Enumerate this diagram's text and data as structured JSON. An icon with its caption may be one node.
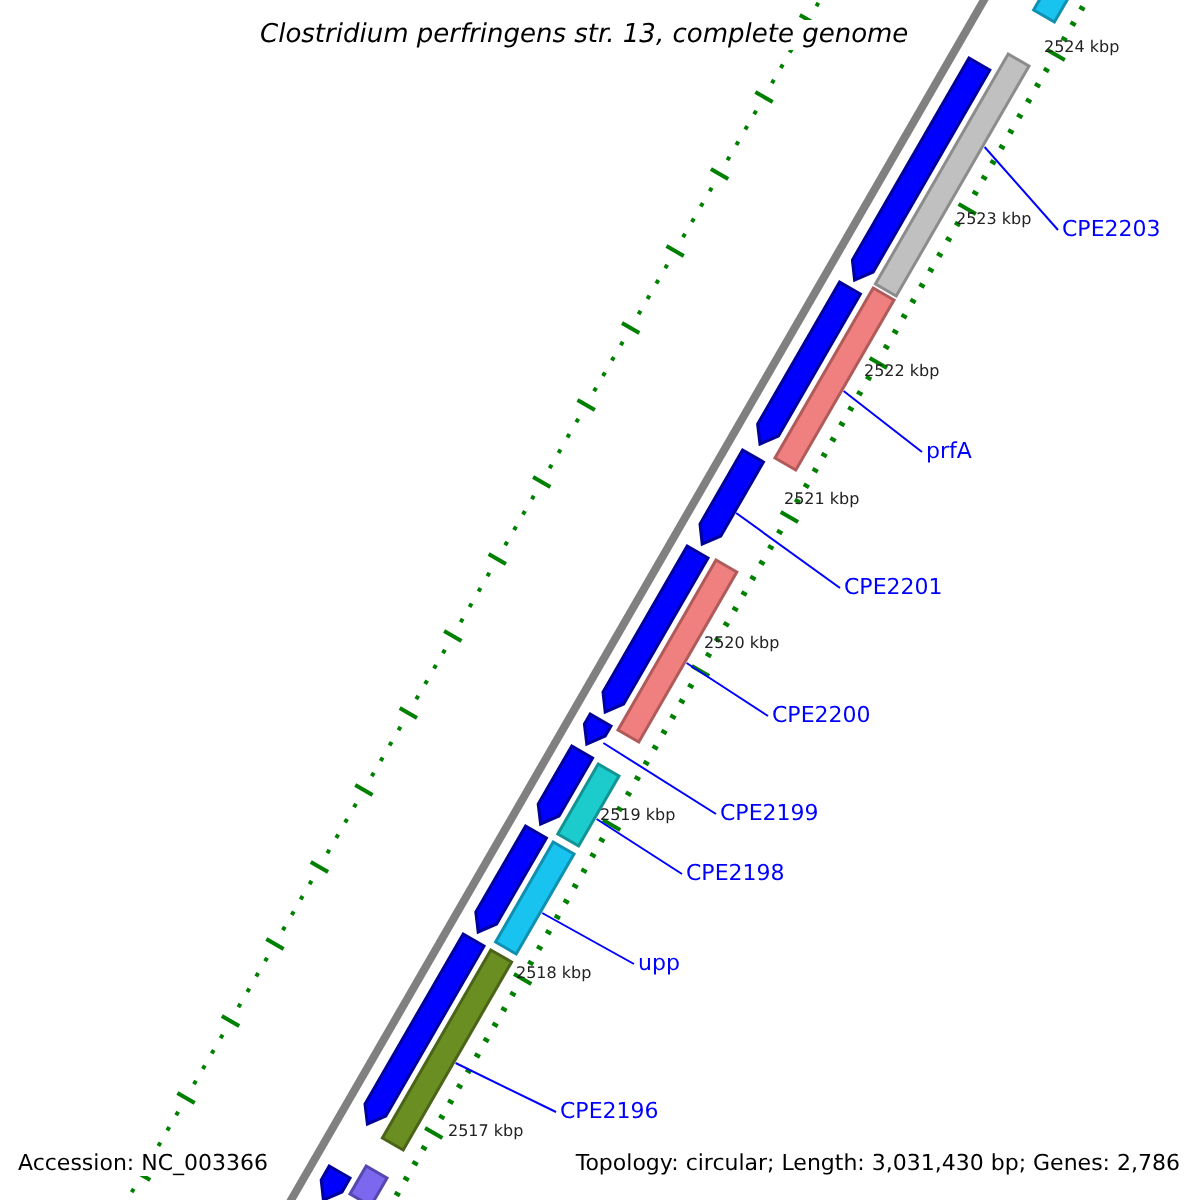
{
  "diagram": {
    "title": "Clostridium perfringens str. 13, complete genome",
    "nodes": [
      {
        "text": [],
        "shape": "arrow"
      },
      {
        "text": [],
        "shape": "arrow"
      },
      {
        "text": [],
        "shape": "arrow"
      },
      {
        "text": [],
        "shape": "arrow"
      },
      {
        "text": [],
        "shape": "arrow"
      },
      {
        "text": [],
        "shape": "arrow"
      },
      {
        "text": [],
        "shape": "arrow"
      },
      {
        "text": [],
        "shape": "arrow"
      },
      {
        "text": [],
        "shape": "arrow"
      },
      {
        "text": [],
        "shape": "bar"
      },
      {
        "text": [],
        "shape": "bar"
      },
      {
        "text": [],
        "shape": "bar"
      },
      {
        "text": [],
        "shape": "bar"
      },
      {
        "text": [],
        "shape": "bar"
      },
      {
        "text": [],
        "shape": "bar"
      },
      {
        "text": [],
        "shape": "bar"
      },
      {
        "text": [],
        "shape": "bar"
      },
      {
        "text": [
          "CPE2203"
        ]
      },
      {
        "text": [
          "prfA"
        ]
      },
      {
        "text": [
          "CPE2201"
        ]
      },
      {
        "text": [
          "CPE2200"
        ]
      },
      {
        "text": [
          "CPE2199"
        ]
      },
      {
        "text": [
          "CPE2198"
        ]
      },
      {
        "text": [
          "upp"
        ]
      },
      {
        "text": [
          "CPE2196"
        ]
      }
    ],
    "edges": [
      {
        "from": 17,
        "to": 10,
        "arrow": "none"
      },
      {
        "from": 18,
        "to": 11,
        "arrow": "none"
      },
      {
        "from": 19,
        "to": 2,
        "arrow": "none"
      },
      {
        "from": 20,
        "to": 12,
        "arrow": "none"
      },
      {
        "from": 21,
        "to": 4,
        "arrow": "none"
      },
      {
        "from": 22,
        "to": 13,
        "arrow": "none"
      },
      {
        "from": 23,
        "to": 14,
        "arrow": "none"
      },
      {
        "from": 24,
        "to": 15,
        "arrow": "none"
      }
    ],
    "labels": [
      "2524 kbp",
      "2523 kbp",
      "2522 kbp",
      "2521 kbp",
      "2520 kbp",
      "2519 kbp",
      "2518 kbp",
      "2517 kbp",
      "Accession: NC_003366",
      "Topology: circular; Length: 3,031,430 bp; Genes: 2,786"
    ]
  }
}
